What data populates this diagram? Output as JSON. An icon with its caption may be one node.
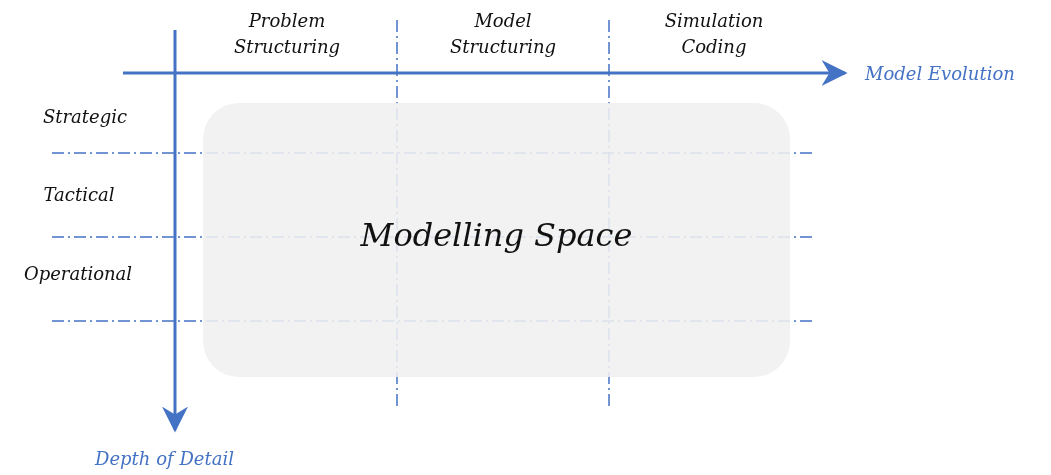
{
  "diagram": {
    "nodes": [
      {
        "text": [
          "Modelling Space"
        ]
      }
    ],
    "labels": [
      "Problem Structuring",
      "Model Structuring",
      "Simulation Coding",
      "Model Evolution",
      "Strategic",
      "Tactical",
      "Operational",
      "Depth of Detail"
    ]
  }
}
